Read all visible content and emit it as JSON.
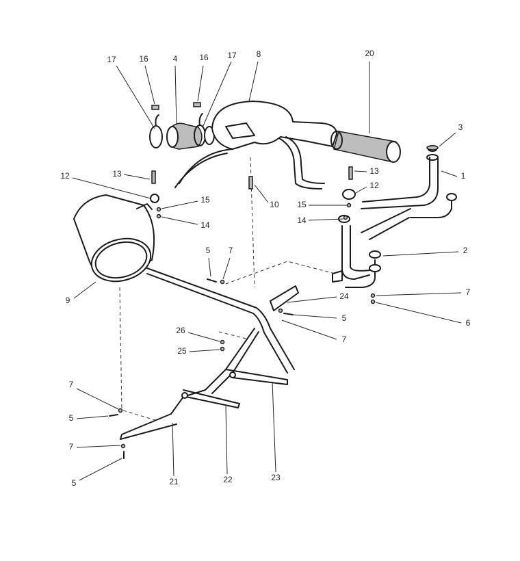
{
  "diagram": {
    "type": "exploded-parts-view",
    "callouts": [
      "17",
      "16",
      "4",
      "16",
      "17",
      "8",
      "20",
      "3",
      "1",
      "13",
      "12",
      "15",
      "14",
      "10",
      "13",
      "12",
      "15",
      "14",
      "2",
      "9",
      "5",
      "7",
      "24",
      "7",
      "5",
      "6",
      "7",
      "26",
      "25",
      "7",
      "5",
      "7",
      "5",
      "21",
      "22",
      "23"
    ]
  }
}
